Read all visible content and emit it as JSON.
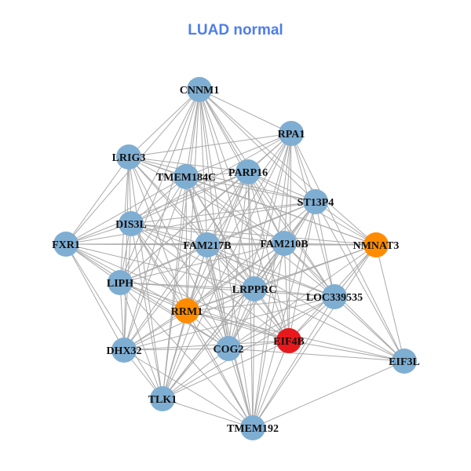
{
  "title": "LUAD normal",
  "colors": {
    "default": "#7faed3",
    "orange": "#ff8c00",
    "red": "#e8191c",
    "edge": "#aaaaaa",
    "title": "#4f7ee8"
  },
  "nodes": [
    {
      "id": "CNNM1",
      "color": "default"
    },
    {
      "id": "RPA1",
      "color": "default"
    },
    {
      "id": "LRIG3",
      "color": "default"
    },
    {
      "id": "TMEM184C",
      "color": "default"
    },
    {
      "id": "PARP16",
      "color": "default"
    },
    {
      "id": "ST13P4",
      "color": "default"
    },
    {
      "id": "DIS3L",
      "color": "default"
    },
    {
      "id": "FXR1",
      "color": "default"
    },
    {
      "id": "FAM217B",
      "color": "default"
    },
    {
      "id": "FAM210B",
      "color": "default"
    },
    {
      "id": "NMNAT3",
      "color": "orange"
    },
    {
      "id": "LIPH",
      "color": "default"
    },
    {
      "id": "LRPPRC",
      "color": "default"
    },
    {
      "id": "LOC339535",
      "color": "default"
    },
    {
      "id": "RRM1",
      "color": "orange"
    },
    {
      "id": "EIF4B",
      "color": "red"
    },
    {
      "id": "DHX32",
      "color": "default"
    },
    {
      "id": "COG2",
      "color": "default"
    },
    {
      "id": "EIF3L",
      "color": "default"
    },
    {
      "id": "TLK1",
      "color": "default"
    },
    {
      "id": "TMEM192",
      "color": "default"
    }
  ],
  "edges": {
    "CNNM1": [
      "RPA1",
      "LRIG3",
      "TMEM184C",
      "PARP16",
      "ST13P4",
      "DIS3L",
      "FXR1",
      "FAM217B",
      "FAM210B",
      "NMNAT3",
      "LIPH",
      "LRPPRC",
      "LOC339535",
      "RRM1",
      "EIF4B",
      "DHX32",
      "COG2",
      "TLK1",
      "TMEM192"
    ],
    "RPA1": [
      "LRIG3",
      "TMEM184C",
      "PARP16",
      "ST13P4",
      "DIS3L",
      "FAM217B",
      "FAM210B",
      "LIPH",
      "LRPPRC",
      "LOC339535",
      "RRM1",
      "EIF4B",
      "COG2",
      "EIF3L",
      "TLK1",
      "TMEM192"
    ],
    "LRIG3": [
      "TMEM184C",
      "PARP16",
      "ST13P4",
      "DIS3L",
      "FXR1",
      "FAM217B",
      "FAM210B",
      "LIPH",
      "LRPPRC",
      "RRM1",
      "DHX32",
      "COG2",
      "TLK1",
      "NMNAT3"
    ],
    "TMEM184C": [
      "PARP16",
      "ST13P4",
      "DIS3L",
      "FXR1",
      "FAM217B",
      "FAM210B",
      "NMNAT3",
      "LIPH",
      "LRPPRC",
      "LOC339535",
      "RRM1",
      "EIF4B",
      "DHX32",
      "COG2",
      "TLK1",
      "TMEM192"
    ],
    "PARP16": [
      "ST13P4",
      "DIS3L",
      "FXR1",
      "FAM217B",
      "FAM210B",
      "NMNAT3",
      "LIPH",
      "LRPPRC",
      "LOC339535",
      "RRM1",
      "EIF4B",
      "DHX32",
      "COG2",
      "TLK1",
      "TMEM192"
    ],
    "ST13P4": [
      "DIS3L",
      "FXR1",
      "FAM217B",
      "FAM210B",
      "NMNAT3",
      "LIPH",
      "LRPPRC",
      "LOC339535",
      "RRM1",
      "EIF4B",
      "COG2",
      "EIF3L",
      "TLK1",
      "TMEM192"
    ],
    "DIS3L": [
      "FXR1",
      "FAM217B",
      "FAM210B",
      "NMNAT3",
      "LIPH",
      "LRPPRC",
      "LOC339535",
      "RRM1",
      "EIF4B",
      "DHX32",
      "COG2",
      "TLK1",
      "TMEM192"
    ],
    "FXR1": [
      "FAM217B",
      "FAM210B",
      "NMNAT3",
      "LIPH",
      "LRPPRC",
      "RRM1",
      "EIF4B",
      "DHX32",
      "COG2",
      "TLK1"
    ],
    "FAM217B": [
      "FAM210B",
      "NMNAT3",
      "LIPH",
      "LRPPRC",
      "LOC339535",
      "RRM1",
      "EIF4B",
      "DHX32",
      "COG2",
      "EIF3L",
      "TLK1",
      "TMEM192"
    ],
    "FAM210B": [
      "NMNAT3",
      "LIPH",
      "LRPPRC",
      "LOC339535",
      "RRM1",
      "EIF4B",
      "DHX32",
      "COG2",
      "EIF3L",
      "TLK1",
      "TMEM192"
    ],
    "NMNAT3": [
      "LRPPRC",
      "LOC339535",
      "RRM1",
      "EIF4B",
      "COG2",
      "EIF3L",
      "TMEM192"
    ],
    "LIPH": [
      "LRPPRC",
      "LOC339535",
      "RRM1",
      "EIF4B",
      "DHX32",
      "COG2",
      "TLK1",
      "TMEM192"
    ],
    "LRPPRC": [
      "LOC339535",
      "RRM1",
      "EIF4B",
      "DHX32",
      "COG2",
      "EIF3L",
      "TLK1",
      "TMEM192"
    ],
    "LOC339535": [
      "RRM1",
      "EIF4B",
      "DHX32",
      "COG2",
      "EIF3L",
      "TLK1",
      "TMEM192"
    ],
    "RRM1": [
      "EIF4B",
      "DHX32",
      "COG2",
      "EIF3L",
      "TLK1",
      "TMEM192"
    ],
    "EIF4B": [
      "DHX32",
      "COG2",
      "EIF3L",
      "TLK1",
      "TMEM192"
    ],
    "DHX32": [
      "COG2",
      "TLK1",
      "TMEM192"
    ],
    "COG2": [
      "EIF3L",
      "TLK1",
      "TMEM192"
    ],
    "EIF3L": [
      "TMEM192"
    ],
    "TLK1": [
      "TMEM192"
    ]
  }
}
